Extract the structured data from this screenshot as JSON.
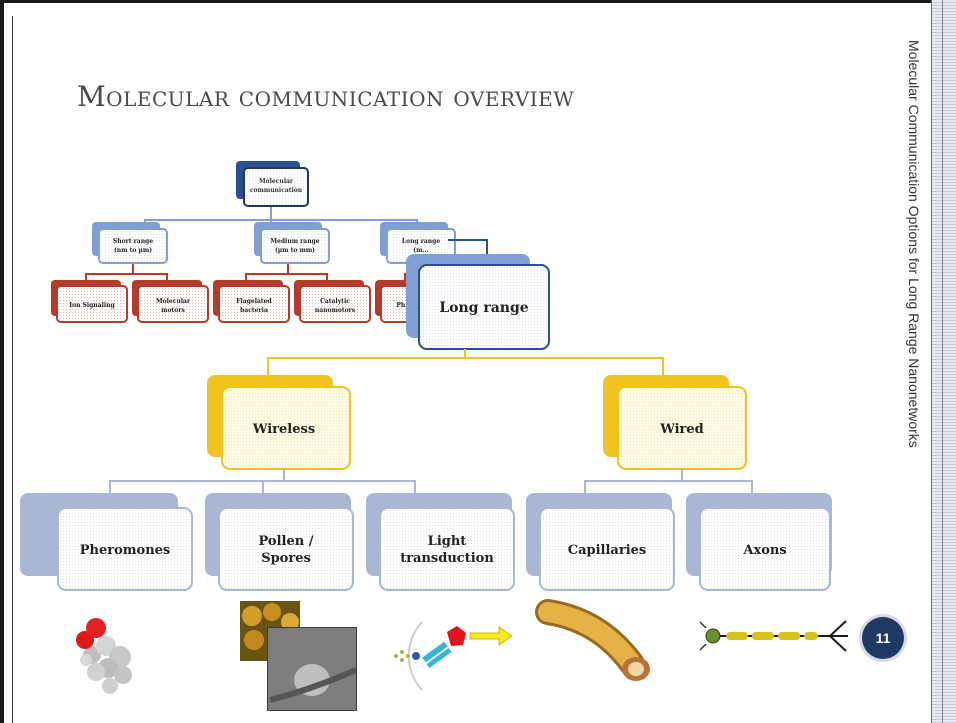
{
  "slide": {
    "title": "Molecular communication overview",
    "side_text": "Molecular Communication Options for Long Range Nanonetworks",
    "page_number": "11"
  },
  "small_tree": {
    "root": "Molecular communication",
    "branches": [
      {
        "label": "Short range",
        "sub": "(nm to µm)",
        "children": [
          "Ion Signaling",
          "Molecular motors"
        ]
      },
      {
        "label": "Medium range",
        "sub": "(µm to mm)",
        "children": [
          "Flagelated bacteria",
          "Catalytic nanomotors"
        ]
      },
      {
        "label": "Long range",
        "sub": "(m...",
        "children": [
          "Ph..."
        ]
      }
    ]
  },
  "big_tree": {
    "root": "Long range",
    "groups": [
      {
        "label": "Wireless",
        "children": [
          "Pheromones",
          "Pollen / Spores",
          "Light transduction"
        ]
      },
      {
        "label": "Wired",
        "children": [
          "Capillaries",
          "Axons"
        ]
      }
    ]
  },
  "colors": {
    "blue_box": "#7f9fd6",
    "blue_dark": "#1f3864",
    "red_box": "#b53a2a",
    "yellow_box": "#f2c320",
    "light_yellow": "#fffbe6",
    "gray_blue": "#a9b6d4"
  },
  "icons": [
    "molecule-image",
    "pollen-image",
    "light-transduction-image",
    "capillary-image",
    "axon-image"
  ]
}
